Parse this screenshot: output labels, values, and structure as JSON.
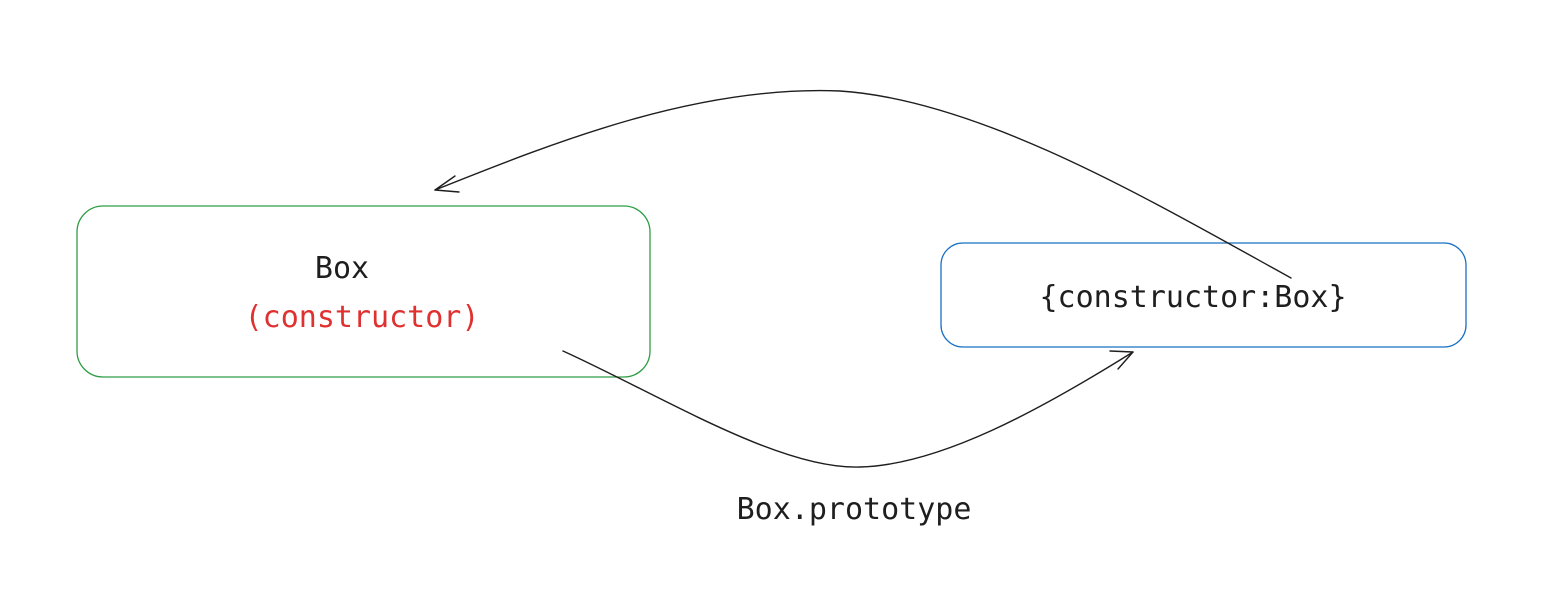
{
  "nodes": {
    "constructor_box": {
      "title": "Box",
      "subtitle": "(constructor)",
      "border_color": "#2f9e44",
      "subtitle_color": "#e03131"
    },
    "prototype_object": {
      "text": "{constructor:Box}",
      "border_color": "#1971c2"
    }
  },
  "edges": {
    "to_prototype": {
      "label": "Box.prototype"
    },
    "back_to_constructor": {
      "label": ""
    }
  },
  "colors": {
    "text": "#1e1e1e",
    "arrow": "#1e1e1e",
    "background": "#ffffff"
  }
}
